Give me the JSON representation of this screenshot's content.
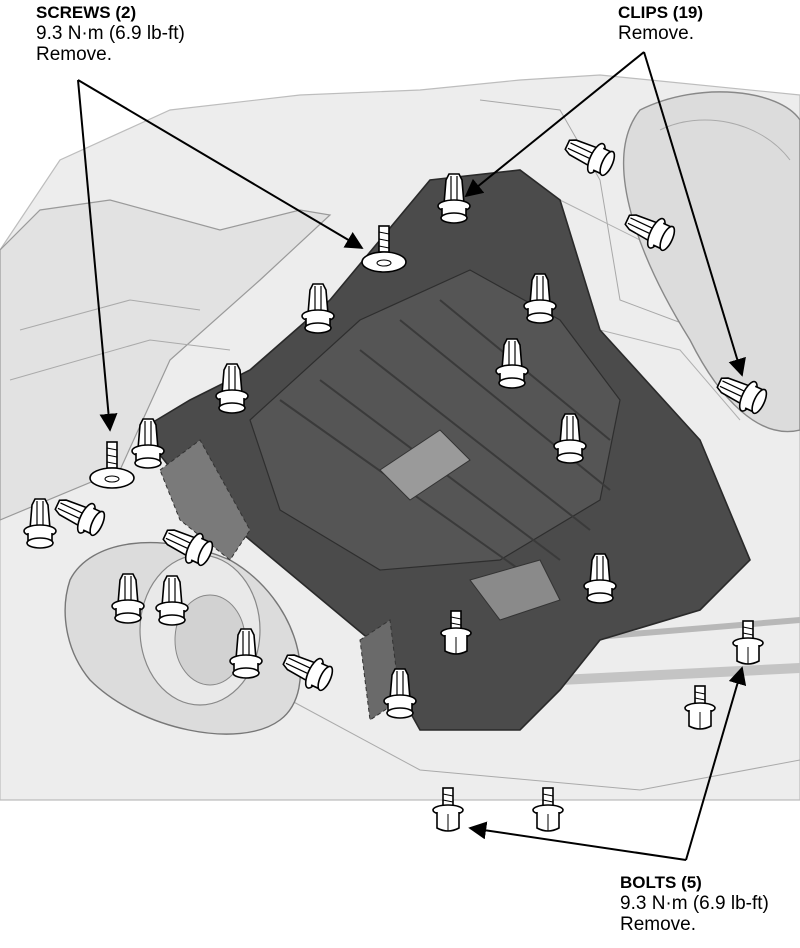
{
  "callouts": {
    "screws": {
      "title": "SCREWS (2)",
      "torque": "9.3 N·m (6.9 lb-ft)",
      "action": "Remove."
    },
    "clips": {
      "title": "CLIPS (19)",
      "action": "Remove."
    },
    "bolts": {
      "title": "BOLTS (5)",
      "torque": "9.3 N·m (6.9 lb-ft)",
      "action": "Remove."
    }
  },
  "colors": {
    "undercover": "#4b4b4b",
    "undercover_edge": "#2a2a2a",
    "vehicle_body": "#e6e6e6",
    "tire": "#dcdcdc",
    "leader_line": "#000000",
    "fastener_fill": "#ffffff"
  },
  "icons": [
    "screw-icon",
    "clip-icon",
    "bolt-icon",
    "arrow-leader"
  ]
}
